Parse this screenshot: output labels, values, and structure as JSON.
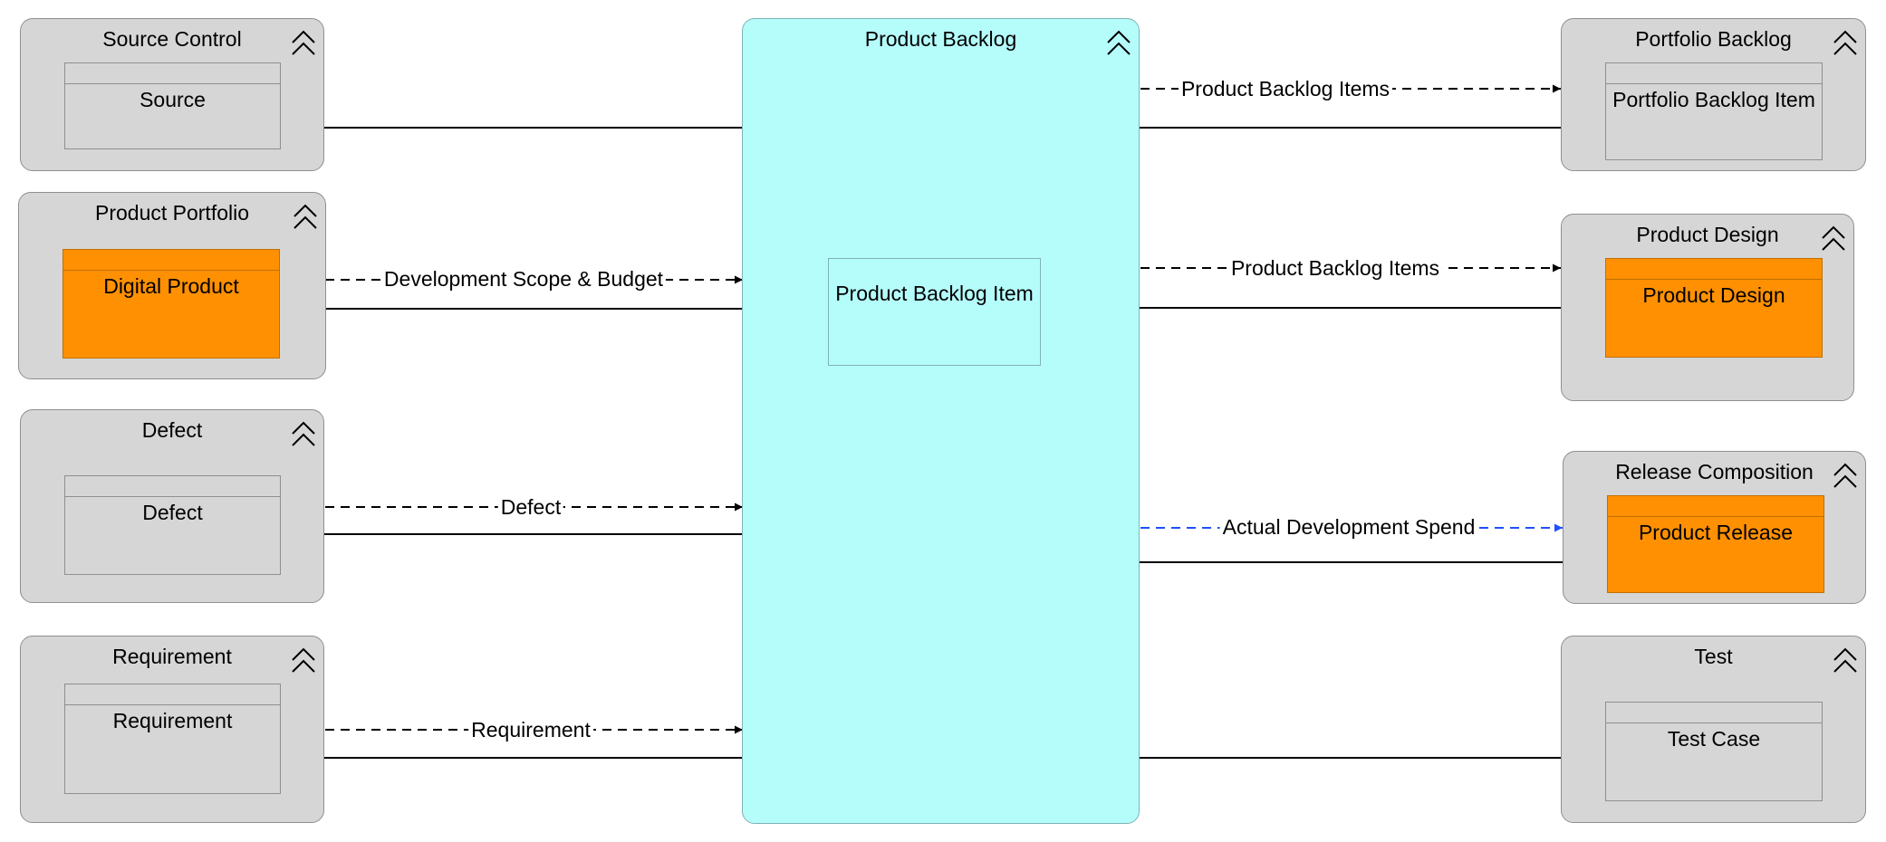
{
  "colors": {
    "group_fill": "#d6d6d6",
    "backlog_fill": "#b5fdfb",
    "entity_highlight": "#fe9002",
    "flow_default": "#000000",
    "flow_highlight": "#1f4fff"
  },
  "groups": {
    "source_control": {
      "title": "Source Control",
      "entity": "Source",
      "icon": "collapse-chevron-icon"
    },
    "product_portfolio": {
      "title": "Product Portfolio",
      "entity": "Digital Product",
      "icon": "collapse-chevron-icon"
    },
    "defect": {
      "title": "Defect",
      "entity": "Defect",
      "icon": "collapse-chevron-icon"
    },
    "requirement": {
      "title": "Requirement",
      "entity": "Requirement",
      "icon": "collapse-chevron-icon"
    },
    "product_backlog": {
      "title": "Product Backlog",
      "entity": "Product Backlog Item",
      "icon": "collapse-chevron-icon"
    },
    "portfolio_backlog": {
      "title": "Portfolio Backlog",
      "entity": "Portfolio Backlog Item",
      "icon": "collapse-chevron-icon"
    },
    "product_design": {
      "title": "Product Design",
      "entity": "Product Design",
      "icon": "collapse-chevron-icon"
    },
    "release_composition": {
      "title": "Release Composition",
      "entity": "Product Release",
      "icon": "collapse-chevron-icon"
    },
    "test": {
      "title": "Test",
      "entity": "Test Case",
      "icon": "collapse-chevron-icon"
    }
  },
  "flows": {
    "dev_scope_budget": "Development Scope & Budget",
    "defect": "Defect",
    "requirement": "Requirement",
    "pbi_to_portfolio": "Product Backlog Items",
    "pbi_to_design": "Product Backlog Items",
    "actual_spend": "Actual Development Spend"
  }
}
